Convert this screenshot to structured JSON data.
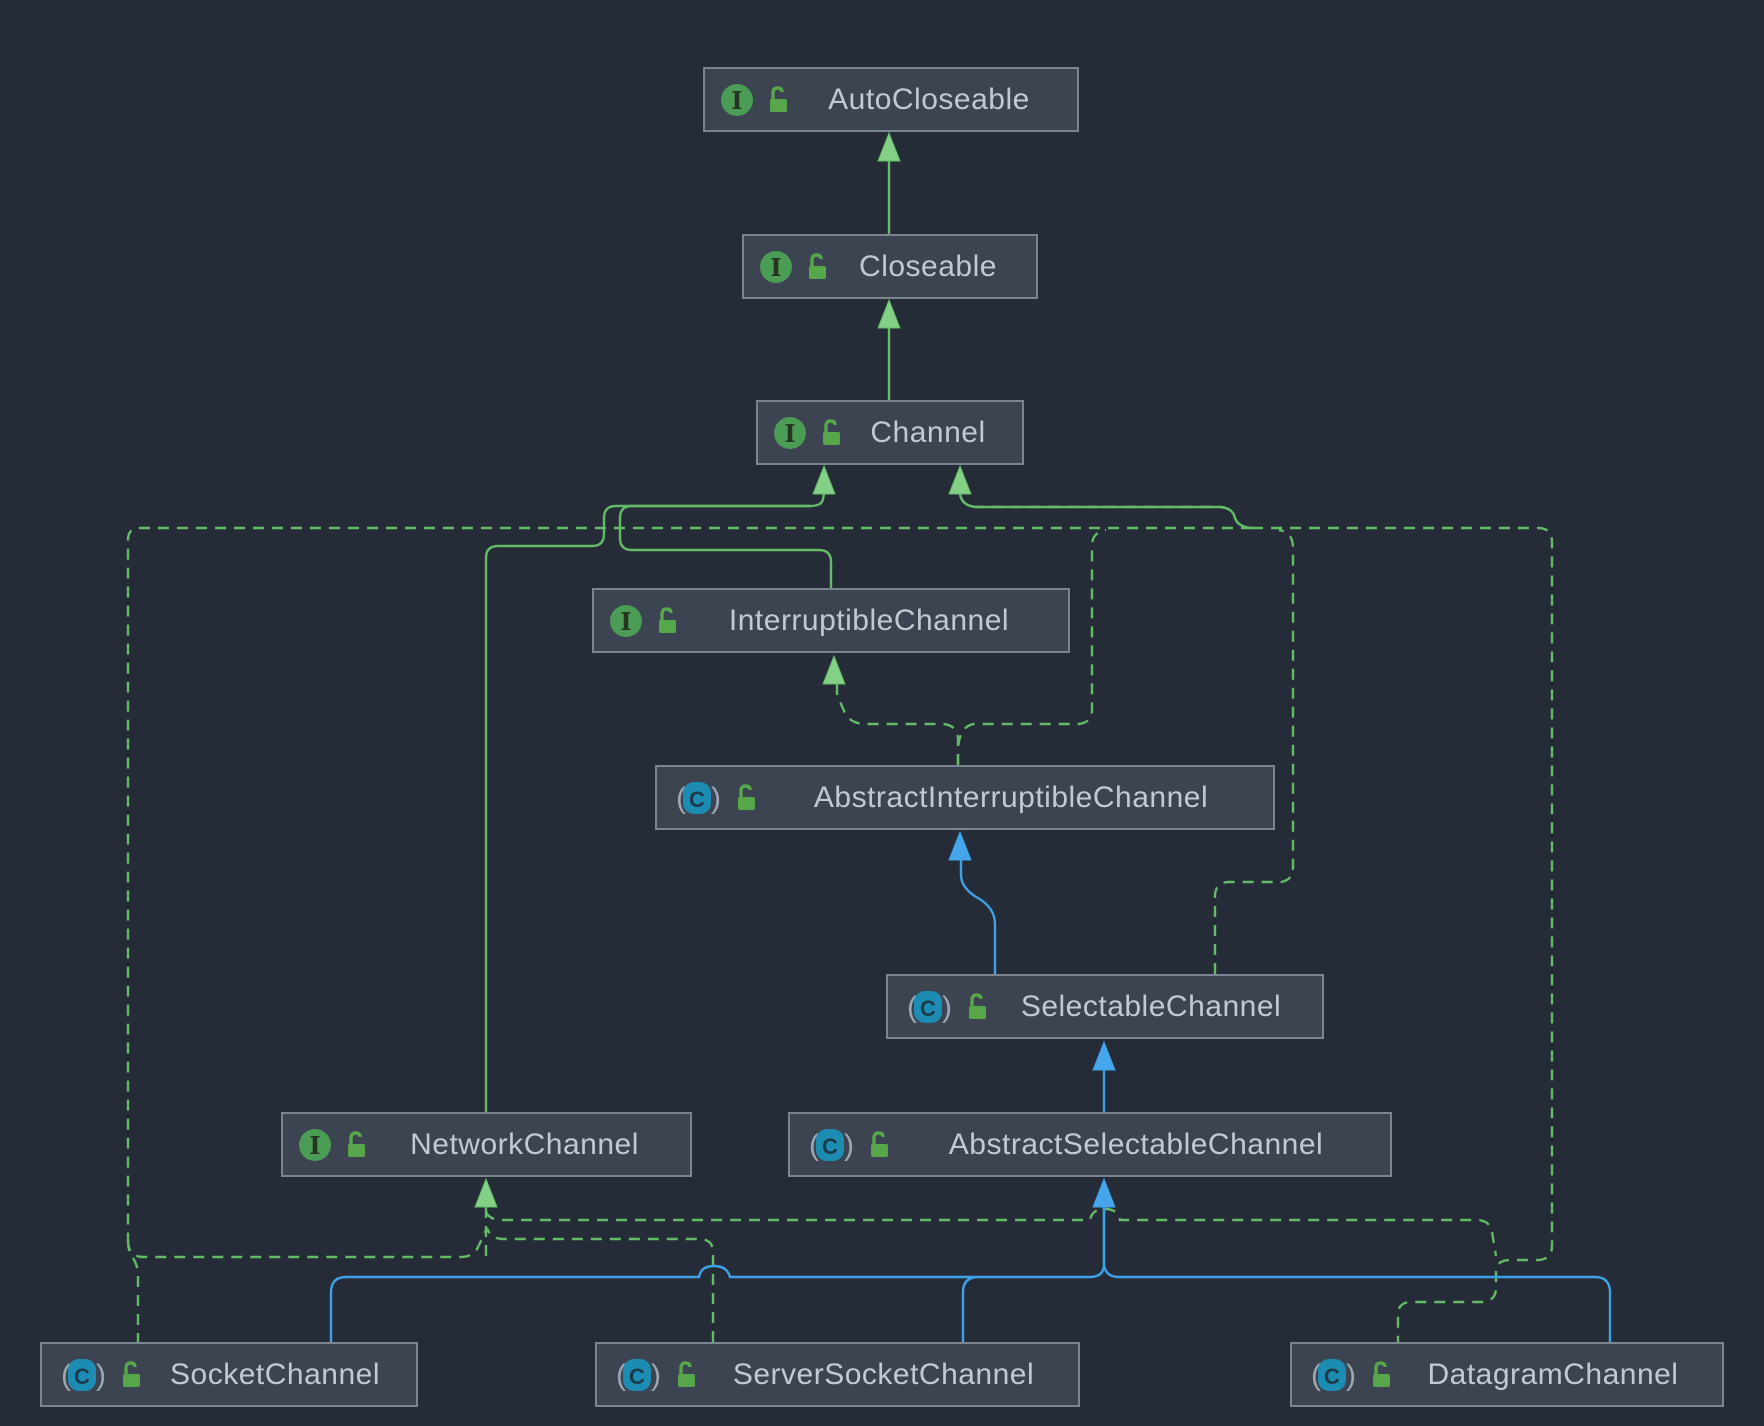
{
  "diagram": {
    "kind": "uml-class-diagram",
    "nodes": [
      {
        "id": "autocloseable",
        "label": "AutoCloseable",
        "stereotype": "interface",
        "icons": [
          "interface-icon",
          "unlocked-icon"
        ]
      },
      {
        "id": "closeable",
        "label": "Closeable",
        "stereotype": "interface",
        "icons": [
          "interface-icon",
          "unlocked-icon"
        ]
      },
      {
        "id": "channel",
        "label": "Channel",
        "stereotype": "interface",
        "icons": [
          "interface-icon",
          "unlocked-icon"
        ]
      },
      {
        "id": "interruptiblechannel",
        "label": "InterruptibleChannel",
        "stereotype": "interface",
        "icons": [
          "interface-icon",
          "unlocked-icon"
        ]
      },
      {
        "id": "abstractinterruptiblechannel",
        "label": "AbstractInterruptibleChannel",
        "stereotype": "abstract-class",
        "icons": [
          "abstract-class-icon",
          "unlocked-icon"
        ]
      },
      {
        "id": "selectablechannel",
        "label": "SelectableChannel",
        "stereotype": "abstract-class",
        "icons": [
          "abstract-class-icon",
          "unlocked-icon"
        ]
      },
      {
        "id": "networkchannel",
        "label": "NetworkChannel",
        "stereotype": "interface",
        "icons": [
          "interface-icon",
          "unlocked-icon"
        ]
      },
      {
        "id": "abstractselectablechannel",
        "label": "AbstractSelectableChannel",
        "stereotype": "abstract-class",
        "icons": [
          "abstract-class-icon",
          "unlocked-icon"
        ]
      },
      {
        "id": "socketchannel",
        "label": "SocketChannel",
        "stereotype": "abstract-class",
        "icons": [
          "abstract-class-icon",
          "unlocked-icon"
        ]
      },
      {
        "id": "serversocketchannel",
        "label": "ServerSocketChannel",
        "stereotype": "abstract-class",
        "icons": [
          "abstract-class-icon",
          "unlocked-icon"
        ]
      },
      {
        "id": "datagramchannel",
        "label": "DatagramChannel",
        "stereotype": "abstract-class",
        "icons": [
          "abstract-class-icon",
          "unlocked-icon"
        ]
      }
    ],
    "edges": [
      {
        "from": "closeable",
        "to": "autocloseable",
        "type": "extends",
        "style": "green-solid"
      },
      {
        "from": "channel",
        "to": "closeable",
        "type": "extends",
        "style": "green-solid"
      },
      {
        "from": "interruptiblechannel",
        "to": "channel",
        "type": "extends",
        "style": "green-solid"
      },
      {
        "from": "networkchannel",
        "to": "channel",
        "type": "extends",
        "style": "green-solid"
      },
      {
        "from": "abstractinterruptiblechannel",
        "to": "interruptiblechannel",
        "type": "implements",
        "style": "green-dashed"
      },
      {
        "from": "abstractinterruptiblechannel",
        "to": "channel",
        "type": "implements",
        "style": "green-dashed"
      },
      {
        "from": "selectablechannel",
        "to": "abstractinterruptiblechannel",
        "type": "extends",
        "style": "blue-solid"
      },
      {
        "from": "selectablechannel",
        "to": "channel",
        "type": "implements",
        "style": "green-dashed"
      },
      {
        "from": "abstractselectablechannel",
        "to": "selectablechannel",
        "type": "extends",
        "style": "blue-solid"
      },
      {
        "from": "socketchannel",
        "to": "abstractselectablechannel",
        "type": "extends",
        "style": "blue-solid"
      },
      {
        "from": "serversocketchannel",
        "to": "abstractselectablechannel",
        "type": "extends",
        "style": "blue-solid"
      },
      {
        "from": "datagramchannel",
        "to": "abstractselectablechannel",
        "type": "extends",
        "style": "blue-solid"
      },
      {
        "from": "socketchannel",
        "to": "networkchannel",
        "type": "implements",
        "style": "green-dashed"
      },
      {
        "from": "serversocketchannel",
        "to": "networkchannel",
        "type": "implements",
        "style": "green-dashed"
      },
      {
        "from": "datagramchannel",
        "to": "networkchannel",
        "type": "implements",
        "style": "green-dashed"
      },
      {
        "from": "socketchannel",
        "to": "channel",
        "type": "implements",
        "style": "green-dashed"
      },
      {
        "from": "datagramchannel",
        "to": "channel",
        "type": "implements",
        "style": "green-dashed"
      }
    ]
  },
  "colors": {
    "background": "#262c37",
    "node-bg": "#3c4451",
    "node-border": "#7b8591",
    "node-text": "#c2c9d2",
    "green": "#63ba67",
    "green-arrow": "#82d186",
    "blue": "#3da1e8",
    "blue-arrow": "#46a6ec",
    "interface-icon-bg": "#4b9c54",
    "abstract-icon-bg": "#1c8cb3",
    "lock-icon": "#57a64a",
    "paren": "#9da7b0"
  }
}
